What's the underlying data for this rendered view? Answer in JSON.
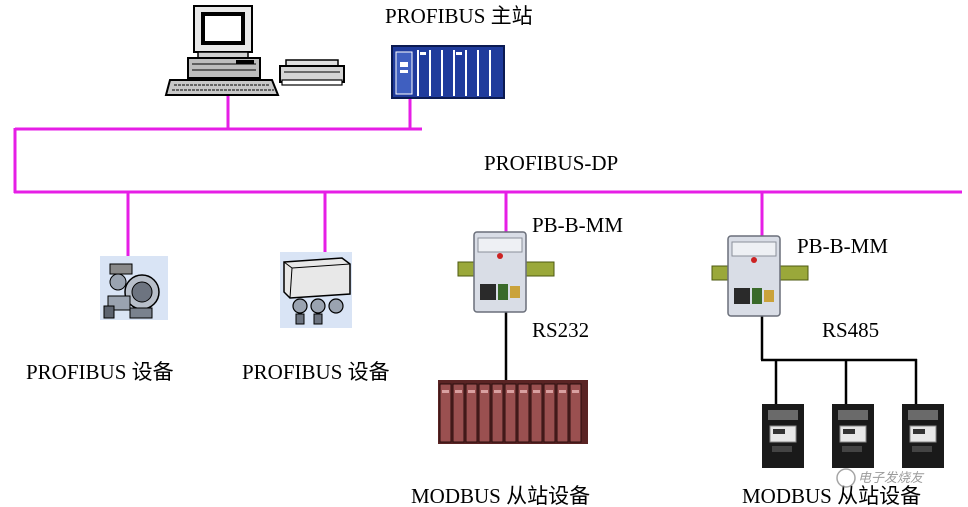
{
  "colors": {
    "bus": "#e61ee6",
    "plc_blue": "#1f3b9c",
    "drive_black": "#1a1a1a",
    "io_rack": "#7a3b3b",
    "gateway_body": "#d9dde6",
    "din_rail": "#9aa83a"
  },
  "labels": {
    "master": "PROFIBUS 主站",
    "bus_name": "PROFIBUS-DP",
    "gateway1": "PB-B-MM",
    "gateway2": "PB-B-MM",
    "serial1": "RS232",
    "serial2": "RS485",
    "device1": "PROFIBUS 设备",
    "device2": "PROFIBUS 设备",
    "slave1": "MODBUS 从站设备",
    "slave2": "MODBUS 从站设备"
  },
  "watermark": "电子发烧友",
  "icons": [
    "computer-workstation-icon",
    "printer-icon",
    "plc-master-icon",
    "pressure-transmitter-icon",
    "positioner-icon",
    "gateway-icon",
    "plc-io-rack-icon",
    "drive-icon"
  ]
}
